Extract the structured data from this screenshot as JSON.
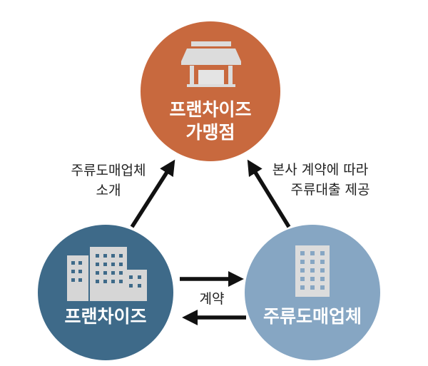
{
  "nodes": {
    "store": {
      "label_line1": "프랜차이즈",
      "label_line2": "가맹점",
      "color": "#c8693e",
      "icon": "storefront-icon"
    },
    "franchise": {
      "label": "프랜차이즈",
      "color": "#3e6a89",
      "icon": "buildings-icon"
    },
    "wholesaler": {
      "label": "주류도매업체",
      "color": "#86a6c3",
      "icon": "office-building-icon"
    }
  },
  "edges": {
    "franchise_to_store": {
      "line1": "주류도매업체",
      "line2": "소개"
    },
    "wholesaler_to_store": {
      "line1": "본사 계약에 따라",
      "line2": "주류대출 제공"
    },
    "contract": {
      "label": "계약"
    }
  },
  "colors": {
    "arrow": "#111111",
    "icon_fill": "#d6d6d6"
  }
}
